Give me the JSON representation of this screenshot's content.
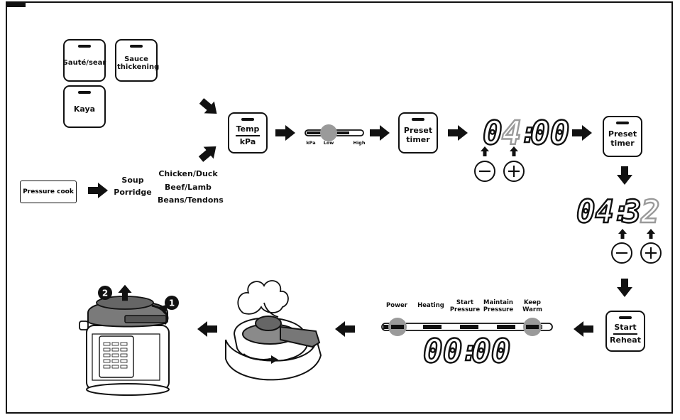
{
  "buttons": {
    "saute": "Sauté/sear",
    "sauce": "Sauce thickening",
    "kaya": "Kaya",
    "pressure_cook": "Pressure cook",
    "temp_top": "Temp",
    "temp_bottom": "kPa",
    "preset_timer": "Preset timer",
    "preset_timer_2": "Preset timer",
    "start_top": "Start",
    "start_bottom": "Reheat"
  },
  "menu_options": {
    "col1": [
      "Soup",
      "Porridge"
    ],
    "col2": [
      "Chicken/Duck",
      "Beef/Lamb",
      "Beans/Tendons"
    ]
  },
  "pressure_slider": {
    "unit": "kPa",
    "low": "Low",
    "high": "High",
    "selected": "Low"
  },
  "displays": {
    "timer_1": {
      "hours": "04",
      "minutes": "00"
    },
    "timer_2": {
      "hours": "04",
      "minutes": "32"
    },
    "cooking": {
      "hours": "00",
      "minutes": "00"
    }
  },
  "progress_stages": [
    "Power",
    "Heating",
    "Start Pressure",
    "Maintain Pressure",
    "Keep Warm"
  ],
  "steps": {
    "step1": "1",
    "step2": "2"
  },
  "icons": [
    "arrow-right-icon",
    "arrow-up-icon",
    "arrow-down-icon",
    "arrow-left-icon",
    "minus-icon",
    "plus-icon",
    "steam-icon",
    "pressure-cooker-icon",
    "lid-icon"
  ]
}
